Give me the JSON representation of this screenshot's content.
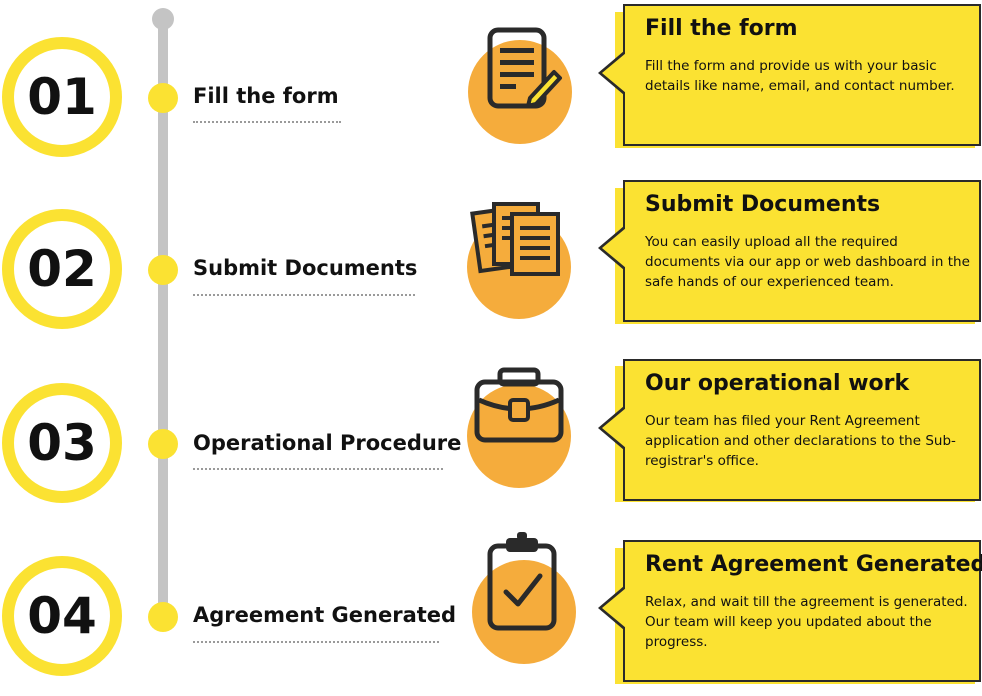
{
  "steps": [
    {
      "number": "01",
      "label": "Fill the form",
      "icon": "form-pencil-icon",
      "card_title": "Fill the form",
      "card_text": "Fill the form and provide us with your basic details like name, email, and contact number."
    },
    {
      "number": "02",
      "label": "Submit Documents",
      "icon": "documents-icon",
      "card_title": "Submit Documents",
      "card_text": "You can easily upload all the required documents via our app or web dashboard in the safe hands of our experienced team."
    },
    {
      "number": "03",
      "label": "Operational Procedure",
      "icon": "briefcase-icon",
      "card_title": "Our operational work",
      "card_text": "Our team has filed your Rent Agreement application and other declarations to the Sub-registrar's office."
    },
    {
      "number": "04",
      "label": "Agreement Generated",
      "icon": "clipboard-check-icon",
      "card_title": "Rent Agreement Generated",
      "card_text": "Relax, and wait till the agreement is generated. Our team will keep you updated about the progress."
    }
  ],
  "colors": {
    "accent_yellow": "#fbe232",
    "icon_orange": "#f5ac3c",
    "timeline_gray": "#c4c4c4",
    "outline_dark": "#2a2a2a"
  }
}
